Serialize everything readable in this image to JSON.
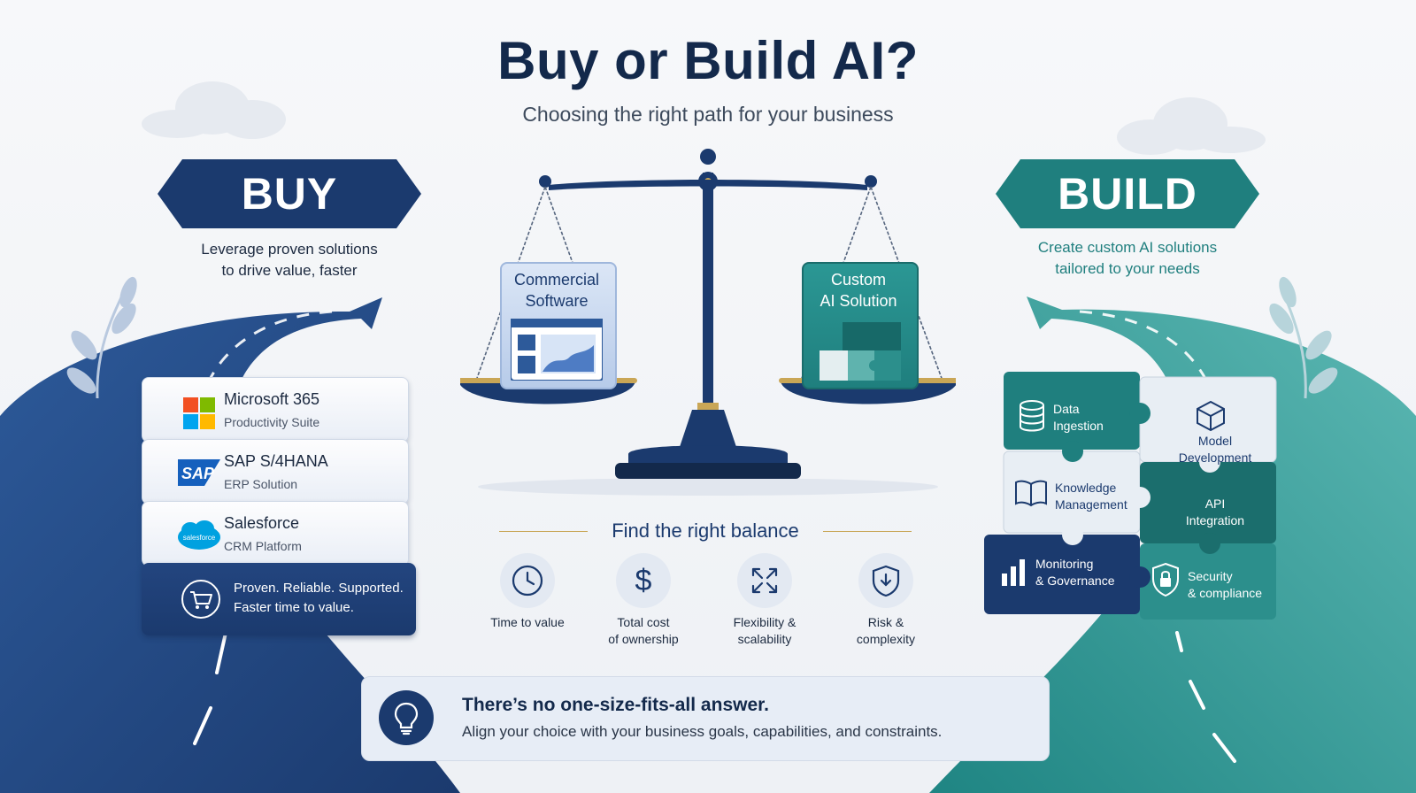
{
  "header": {
    "title": "Buy or Build AI?",
    "subtitle": "Choosing the right path for your business"
  },
  "buy": {
    "label": "BUY",
    "tagline_line1": "Leverage proven solutions",
    "tagline_line2": "to drive value, faster",
    "cards": [
      {
        "title": "Microsoft 365",
        "subtitle": "Productivity Suite",
        "icon": "microsoft-logo"
      },
      {
        "title": "SAP S/4HANA",
        "subtitle": "ERP Solution",
        "icon": "sap-logo"
      },
      {
        "title": "Salesforce",
        "subtitle": "CRM Platform",
        "icon": "salesforce-logo"
      }
    ],
    "footer_line1": "Proven. Reliable. Supported.",
    "footer_line2": "Faster time to value.",
    "logo_text": {
      "sap": "SAP",
      "salesforce": "salesforce"
    }
  },
  "build": {
    "label": "BUILD",
    "tagline_line1": "Create custom AI solutions",
    "tagline_line2": "tailored to your needs",
    "pieces": [
      {
        "line1": "Data",
        "line2": "Ingestion",
        "icon": "database-icon"
      },
      {
        "line1": "Model",
        "line2": "Development",
        "icon": "cube-icon"
      },
      {
        "line1": "Knowledge",
        "line2": "Management",
        "icon": "book-icon"
      },
      {
        "line1": "API",
        "line2": "Integration",
        "icon": "api-icon"
      },
      {
        "line1": "Monitoring",
        "line2": "& Governance",
        "icon": "bar-chart-icon"
      },
      {
        "line1": "Security",
        "line2": "& compliance",
        "icon": "lock-icon"
      }
    ]
  },
  "scale": {
    "left_line1": "Commercial",
    "left_line2": "Software",
    "right_line1": "Custom",
    "right_line2": "AI Solution"
  },
  "balance": {
    "heading": "Find the right balance",
    "factors": [
      {
        "line1": "Time to value",
        "line2": "",
        "icon": "clock-icon"
      },
      {
        "line1": "Total cost",
        "line2": "of ownership",
        "icon": "dollar-icon"
      },
      {
        "line1": "Flexibility &",
        "line2": "scalability",
        "icon": "expand-arrows-icon"
      },
      {
        "line1": "Risk &",
        "line2": "complexity",
        "icon": "shield-icon"
      }
    ],
    "dollar_glyph": "$"
  },
  "callout": {
    "title": "There’s no one-size-fits-all answer.",
    "body": "Align your choice with your business goals, capabilities, and constraints.",
    "icon": "lightbulb-icon"
  },
  "colors": {
    "navy": "#1b3a6e",
    "dark_navy": "#13294b",
    "teal": "#1f7f7e",
    "light_teal": "#3fa7a3"
  }
}
